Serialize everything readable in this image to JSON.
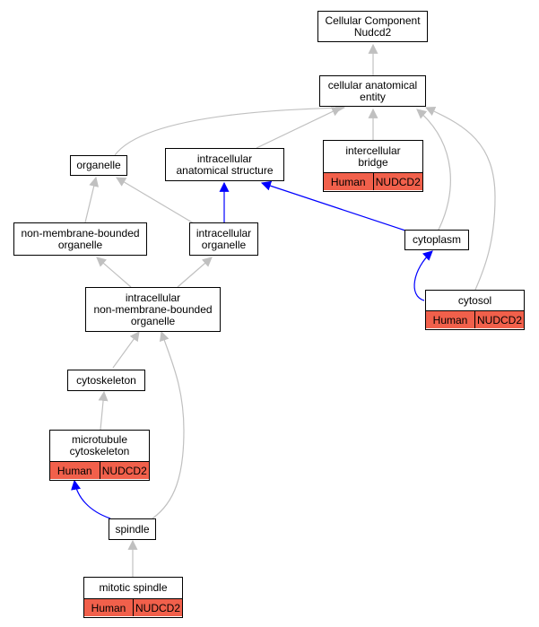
{
  "nodes": {
    "root": "Cellular Component\nNudcd2",
    "cae": "cellular anatomical\nentity",
    "organelle": "organelle",
    "ias": "intracellular\nanatomical structure",
    "ib": "intercellular\nbridge",
    "nmbo": "non-membrane-bounded\norganelle",
    "io": "intracellular\norganelle",
    "cytoplasm": "cytoplasm",
    "cytosol": "cytosol",
    "inmbo": "intracellular\nnon-membrane-bounded\norganelle",
    "cytoskeleton": "cytoskeleton",
    "mtc": "microtubule\ncytoskeleton",
    "spindle": "spindle",
    "mitotic": "mitotic spindle"
  },
  "annotation": {
    "species": "Human",
    "gene": "NUDCD2"
  },
  "colors": {
    "is_a": "#c0c0c0",
    "part_of": "#0000ff",
    "annotation_fill": "#f1604b"
  }
}
